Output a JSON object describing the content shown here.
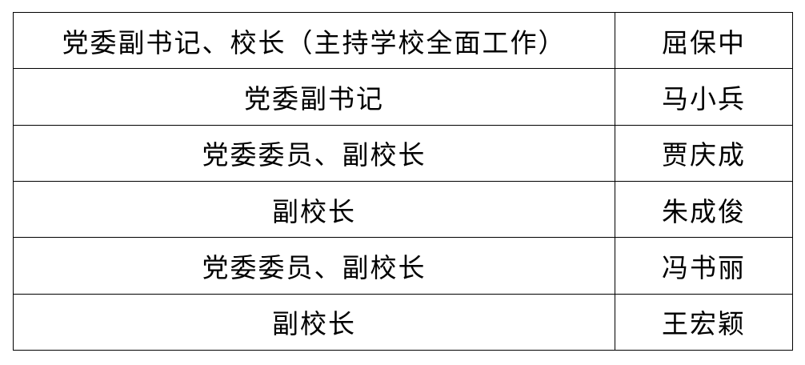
{
  "roster": {
    "rows": [
      {
        "title": "党委副书记、校长（主持学校全面工作）",
        "name": "屈保中"
      },
      {
        "title": "党委副书记",
        "name": "马小兵"
      },
      {
        "title": "党委委员、副校长",
        "name": "贾庆成"
      },
      {
        "title": "副校长",
        "name": "朱成俊"
      },
      {
        "title": "党委委员、副校长",
        "name": "冯书丽"
      },
      {
        "title": "副校长",
        "name": "王宏颖"
      }
    ]
  }
}
